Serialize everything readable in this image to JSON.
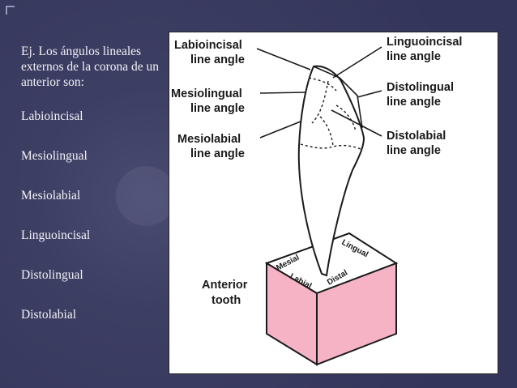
{
  "slide": {
    "intro": "Ej. Los ángulos lineales externos de la corona de un anterior son:",
    "items": [
      "Labioincisal",
      "Mesiolingual",
      "Mesiolabial",
      "Linguoincisal",
      "Distolingual",
      "Distolabial"
    ]
  },
  "diagram": {
    "labels": {
      "labioincisal": [
        "Labioincisal",
        "line angle"
      ],
      "mesiolingual": [
        "Mesiolingual",
        "line angle"
      ],
      "mesiolabial": [
        "Mesiolabial",
        "line angle"
      ],
      "linguoincisal": [
        "Linguoincisal",
        "line angle"
      ],
      "distolingual": [
        "Distolingual",
        "line angle"
      ],
      "distolabial": [
        "Distolabial",
        "line angle"
      ],
      "anterior_tooth": [
        "Anterior",
        "tooth"
      ]
    },
    "faces": {
      "mesial": "Mesial",
      "labial": "Labial",
      "lingual": "Lingual",
      "distal": "Distal"
    },
    "colors": {
      "box": "#f7b3c6",
      "box_top": "#ffffff",
      "background": "#3a3b5e"
    }
  }
}
